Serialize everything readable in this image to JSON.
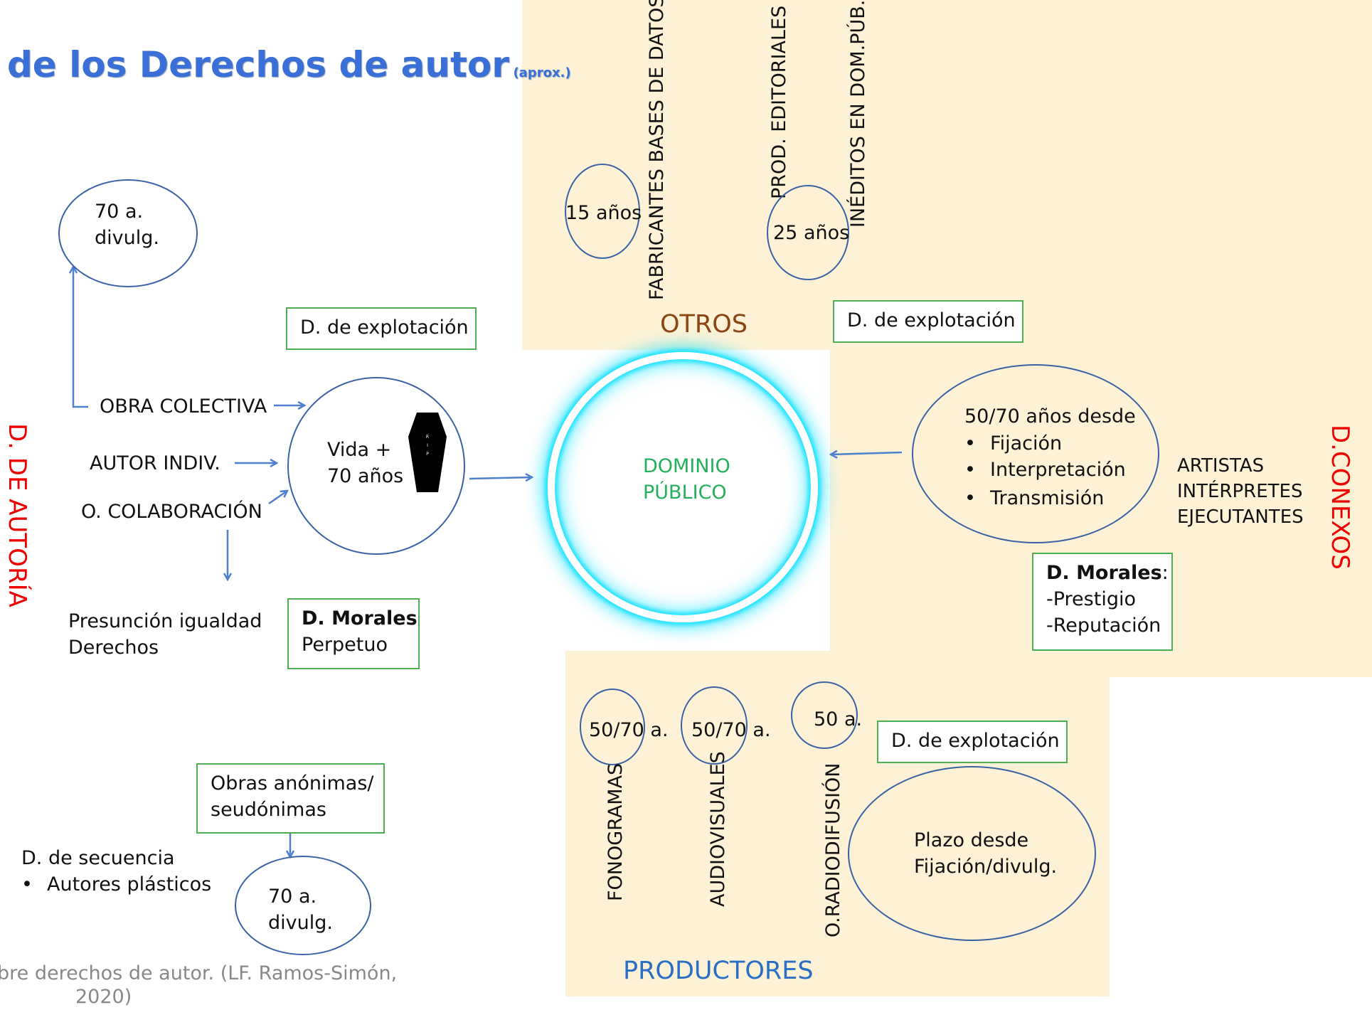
{
  "title": {
    "main": "de los Derechos de autor",
    "suffix": "(aprox.)"
  },
  "colors": {
    "title": "#3b6fd8",
    "section_red": "#ee0000",
    "otros": "#8b4513",
    "productores": "#2a6fc6",
    "dominio": "#23b05a",
    "glow": "#22e3ff",
    "panel": "#fdf2d6"
  },
  "side_labels": {
    "left": "D. DE AUTORÍA",
    "right": "D.CONEXOS"
  },
  "autoria": {
    "top_ellipse": [
      "70 a.",
      "divulg."
    ],
    "explotacion": "D. de explotación",
    "obra_colectiva": "OBRA COLECTIVA",
    "autor_indiv": "AUTOR INDIV.",
    "colaboracion": "O. COLABORACIÓN",
    "main_ellipse": [
      "Vida +",
      "70 años"
    ],
    "coffin_text": "R I P",
    "presuncion": [
      "Presunción igualdad",
      "Derechos"
    ],
    "morales_title": "D. Morales",
    "morales_value": "Perpetuo",
    "anonimas": [
      "Obras anónimas/",
      "seudónimas"
    ],
    "secuencia": "D. de secuencia",
    "secuencia_item": "Autores plásticos",
    "bottom_ellipse": [
      "70 a.",
      "divulg."
    ]
  },
  "dominio": [
    "DOMINIO",
    "PÚBLICO"
  ],
  "otros": {
    "label": "OTROS",
    "fabricantes": "FABRICANTES BASES DE DATOS",
    "fabricantes_years": "15 años",
    "editoriales": "PROD. EDITORIALES",
    "ineditos": "INÉDITOS EN DOM.PÚB.",
    "editoriales_years": "25 años",
    "explotacion": "D. de explotación"
  },
  "conexos": {
    "ellipse_title": "50/70 años desde",
    "items": [
      "Fijación",
      "Interpretación",
      "Transmisión"
    ],
    "artistas": [
      "ARTISTAS",
      "INTÉRPRETES",
      "EJECUTANTES"
    ],
    "morales_title": "D. Morales",
    "morales_colon": ":",
    "morales_items": [
      "-Prestigio",
      "-Reputación"
    ]
  },
  "productores": {
    "label": "PRODUCTORES",
    "fonogramas": "FONOGRAMAS",
    "fonogramas_years": "50/70 a.",
    "audiovisuales": "AUDIOVISUALES",
    "audiovisuales_years": "50/70 a.",
    "radiodifusion": "O.RADIODIFUSIÓN",
    "radiodifusion_years": "50 a.",
    "explotacion": "D. de explotación",
    "plazo": [
      "Plazo desde",
      "Fijación/divulg."
    ]
  },
  "footer": [
    "bre derechos de autor. (LF. Ramos-Simón,",
    "2020)"
  ]
}
